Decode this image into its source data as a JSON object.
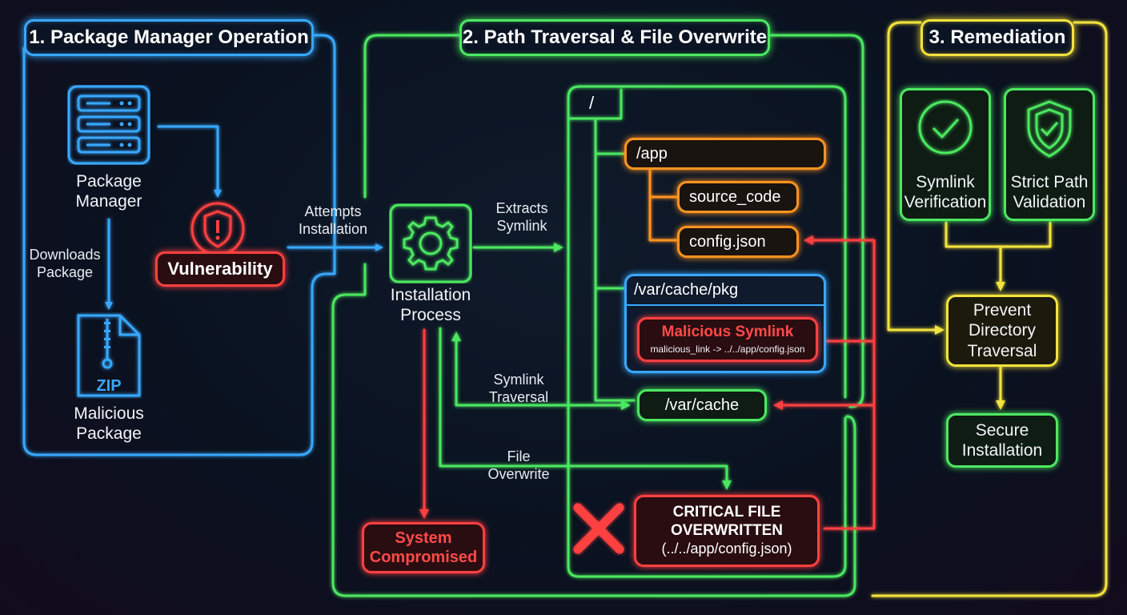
{
  "sections": {
    "s1": "1. Package Manager Operation",
    "s2": "2. Path Traversal & File Overwrite",
    "s3": "3. Remediation"
  },
  "left": {
    "package_manager": [
      "Package",
      "Manager"
    ],
    "downloads": [
      "Downloads",
      "Package"
    ],
    "vulnerability": "Vulnerability",
    "zip": "ZIP",
    "malicious_package": [
      "Malicious",
      "Package"
    ],
    "attempts": [
      "Attempts",
      "Installation"
    ]
  },
  "middle": {
    "install_process": [
      "Installation",
      "Process"
    ],
    "extracts": [
      "Extracts",
      "Symlink"
    ],
    "symlink_traversal": [
      "Symlink",
      "Traversal"
    ],
    "file_overwrite": [
      "File",
      "Overwrite"
    ],
    "system_compromised": [
      "System",
      "Compromised"
    ]
  },
  "tree": {
    "root": "/",
    "app": "/app",
    "source_code": "source_code",
    "config": "config.json",
    "var_cache_pkg": "/var/cache/pkg",
    "malicious_symlink": "Malicious Symlink",
    "malicious_link": "malicious_link -> ../../app/config.json",
    "var_cache": "/var/cache",
    "critical": [
      "CRITICAL FILE",
      "OVERWRITTEN",
      "(../../app/config.json)"
    ]
  },
  "remediation": {
    "symlink_verification": [
      "Symlink",
      "Verification"
    ],
    "strict_path": [
      "Strict Path",
      "Validation"
    ],
    "prevent": [
      "Prevent",
      "Directory",
      "Traversal"
    ],
    "secure": [
      "Secure",
      "Installation"
    ]
  },
  "colors": {
    "blue": "#38a8ff",
    "green": "#4ce860",
    "yellow": "#f2e23c",
    "orange": "#ff9320",
    "red": "#ff4040"
  }
}
